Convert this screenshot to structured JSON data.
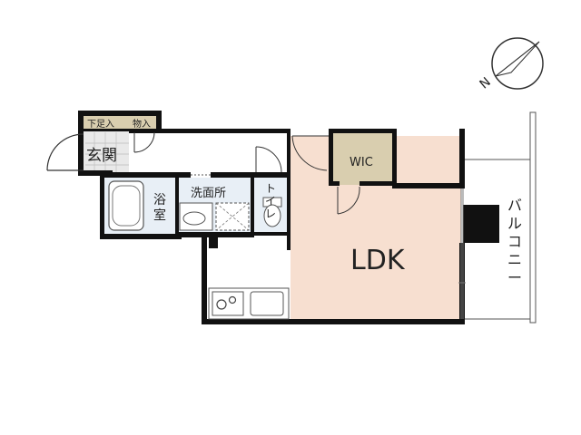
{
  "rooms": {
    "genkan": "玄関",
    "getabako": "下足入",
    "monoire": "物入",
    "yokushitsu_1": "浴",
    "yokushitsu_2": "室",
    "senmenjo": "洗面所",
    "toilet_1": "ト",
    "toilet_2": "イ",
    "toilet_3": "レ",
    "wic": "WIC",
    "ldk": "LDK"
  },
  "balcony": {
    "chars": [
      "バ",
      "ル",
      "コ",
      "ニ",
      "ー"
    ]
  },
  "compass": {
    "north_label": "N"
  },
  "colors": {
    "wall": "#111111",
    "ldk_floor": "#f7dfd0",
    "wic_floor": "#d9ceaf",
    "wet_floor": "#e8eff6",
    "genkan_tile": "#e9e9e9",
    "storage_floor": "#d9ceaf"
  }
}
